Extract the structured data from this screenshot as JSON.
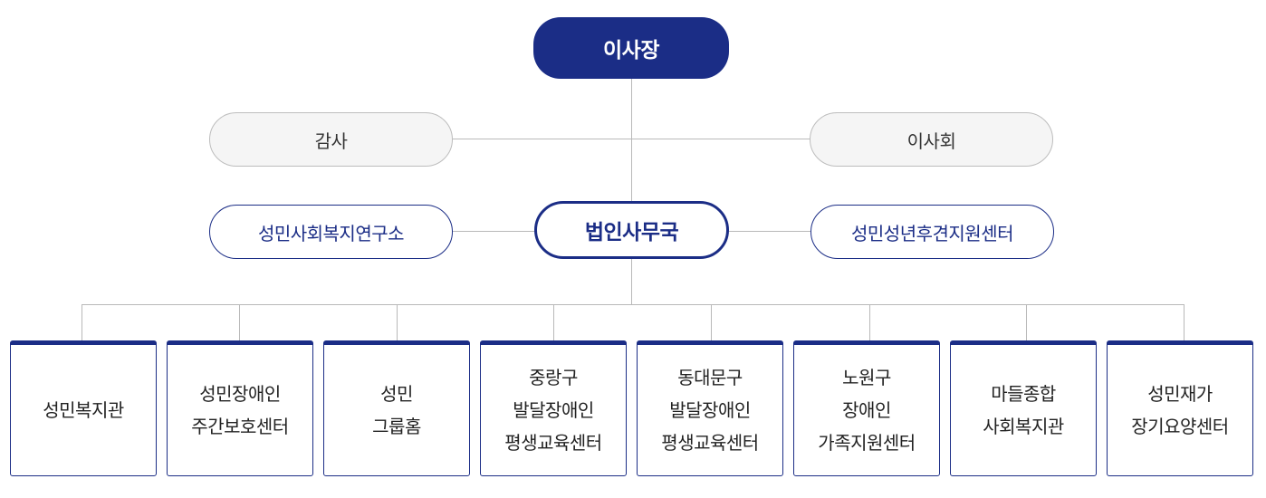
{
  "chairman": "이사장",
  "auditor": "감사",
  "board": "이사회",
  "office": "법인사무국",
  "institute": "성민사회복지연구소",
  "guardianship_center": "성민성년후견지원센터",
  "facilities": [
    {
      "lines": [
        "성민복지관"
      ]
    },
    {
      "lines": [
        "성민장애인",
        "주간보호센터"
      ]
    },
    {
      "lines": [
        "성민",
        "그룹홈"
      ]
    },
    {
      "lines": [
        "중랑구",
        "발달장애인",
        "평생교육센터"
      ]
    },
    {
      "lines": [
        "동대문구",
        "발달장애인",
        "평생교육센터"
      ]
    },
    {
      "lines": [
        "노원구",
        "장애인",
        "가족지원센터"
      ]
    },
    {
      "lines": [
        "마들종합",
        "사회복지관"
      ]
    },
    {
      "lines": [
        "성민재가",
        "장기요양센터"
      ]
    }
  ]
}
